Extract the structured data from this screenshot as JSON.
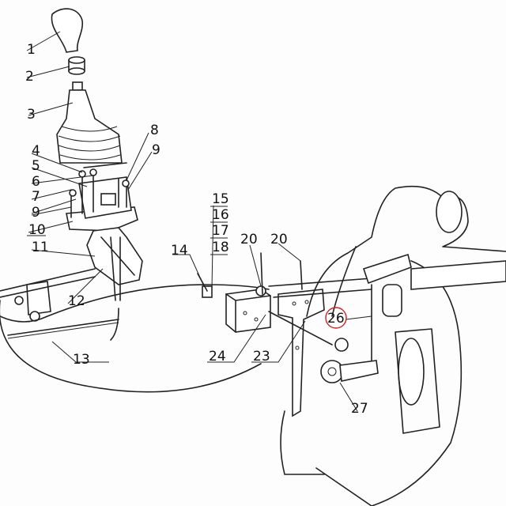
{
  "diagram": {
    "type": "exploded parts diagram - gear shift lever and linkage assembly",
    "highlight_color": "#d02020",
    "callouts": [
      {
        "id": "c1",
        "label": "1"
      },
      {
        "id": "c2",
        "label": "2"
      },
      {
        "id": "c3",
        "label": "3"
      },
      {
        "id": "c4",
        "label": "4"
      },
      {
        "id": "c5",
        "label": "5"
      },
      {
        "id": "c6",
        "label": "6"
      },
      {
        "id": "c7",
        "label": "7"
      },
      {
        "id": "c9a",
        "label": "9"
      },
      {
        "id": "c10",
        "label": "10"
      },
      {
        "id": "c8",
        "label": "8"
      },
      {
        "id": "c9b",
        "label": "9"
      },
      {
        "id": "c11",
        "label": "11"
      },
      {
        "id": "c12",
        "label": "12"
      },
      {
        "id": "c13",
        "label": "13"
      },
      {
        "id": "c14",
        "label": "14"
      },
      {
        "id": "c15",
        "label": "15"
      },
      {
        "id": "c16",
        "label": "16"
      },
      {
        "id": "c17",
        "label": "17"
      },
      {
        "id": "c18",
        "label": "18"
      },
      {
        "id": "c20a",
        "label": "20"
      },
      {
        "id": "c20b",
        "label": "20"
      },
      {
        "id": "c24",
        "label": "24"
      },
      {
        "id": "c23",
        "label": "23"
      },
      {
        "id": "c26",
        "label": "26",
        "highlighted": true
      },
      {
        "id": "c27",
        "label": "27"
      }
    ]
  }
}
